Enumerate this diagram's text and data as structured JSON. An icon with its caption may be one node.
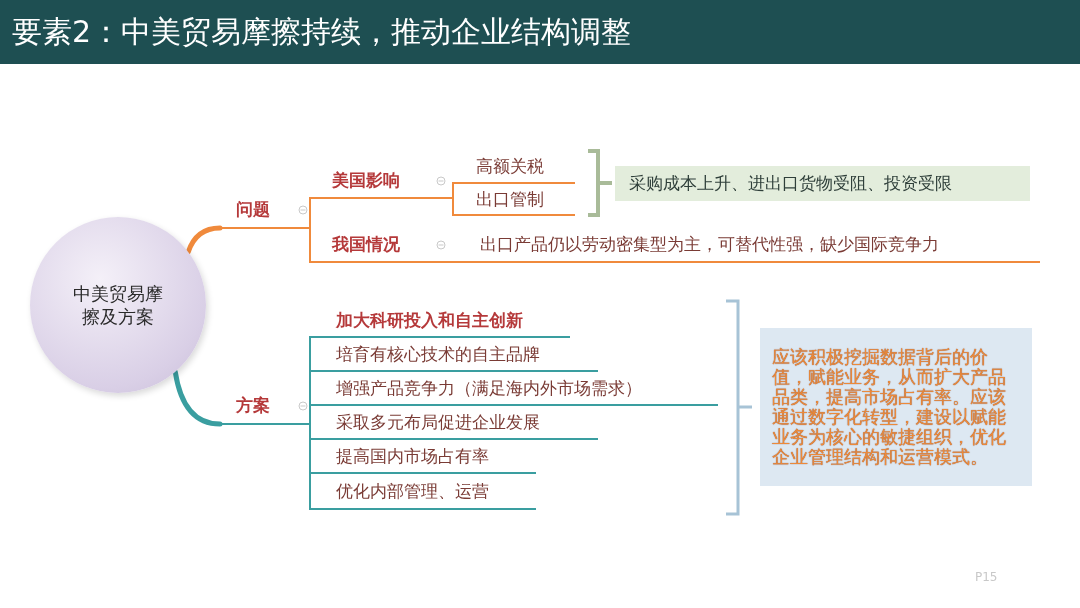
{
  "diagram": {
    "title": "要素2：中美贸易摩擦持续，推动企业结构调整",
    "nodes": [
      {
        "text": [
          "中美贸易摩擦及方案"
        ]
      },
      {
        "text": [
          "问题"
        ]
      },
      {
        "text": [
          "美国影响"
        ]
      },
      {
        "text": [
          "高额关税"
        ]
      },
      {
        "text": [
          "出口管制"
        ]
      },
      {
        "text": [
          "采购成本上升、进出口货物受阻、投资受限"
        ]
      },
      {
        "text": [
          "我国情况"
        ]
      },
      {
        "text": [
          "出口产品仍以劳动密集型为主，可替代性强，缺少国际竞争力"
        ]
      },
      {
        "text": [
          "方案"
        ]
      },
      {
        "text": [
          "加大科研投入和自主创新"
        ]
      },
      {
        "text": [
          "培育有核心技术的自主品牌"
        ]
      },
      {
        "text": [
          "增强产品竞争力（满足海内外市场需求）"
        ]
      },
      {
        "text": [
          "采取多元布局促进企业发展"
        ]
      },
      {
        "text": [
          "提高国内市场占有率"
        ]
      },
      {
        "text": [
          "优化内部管理、运营"
        ]
      },
      {
        "text": [
          "应该积极挖掘数据背后的价值，赋能业务，从而扩大产品品类，提高市场占有率。应该通过数字化转型，建设以赋能业务为核心的敏捷组织，优化企业管理结构和运营模式。"
        ]
      }
    ],
    "edges": [
      {
        "from": 0,
        "to": 1,
        "arrow": "none",
        "style": "thick",
        "color": "#f08a3c"
      },
      {
        "from": 1,
        "to": 2,
        "arrow": "none",
        "color": "#f08a3c"
      },
      {
        "from": 1,
        "to": 6,
        "arrow": "none",
        "color": "#f08a3c"
      },
      {
        "from": 2,
        "to": 3,
        "arrow": "none",
        "color": "#f08a3c"
      },
      {
        "from": 2,
        "to": 4,
        "arrow": "none",
        "color": "#f08a3c"
      },
      {
        "from": 6,
        "to": 7,
        "arrow": "none",
        "color": "#f08a3c"
      },
      {
        "from": 0,
        "to": 8,
        "arrow": "none",
        "style": "thick"
      },
      {
        "from": 8,
        "to": 9,
        "arrow": "none"
      },
      {
        "from": 8,
        "to": 10,
        "arrow": "none"
      },
      {
        "from": 8,
        "to": 11,
        "arrow": "none"
      },
      {
        "from": 8,
        "to": 12,
        "arrow": "none"
      },
      {
        "from": 8,
        "to": 13,
        "arrow": "none"
      },
      {
        "from": 8,
        "to": 14,
        "arrow": "none"
      }
    ],
    "labels": [
      "P15"
    ]
  }
}
